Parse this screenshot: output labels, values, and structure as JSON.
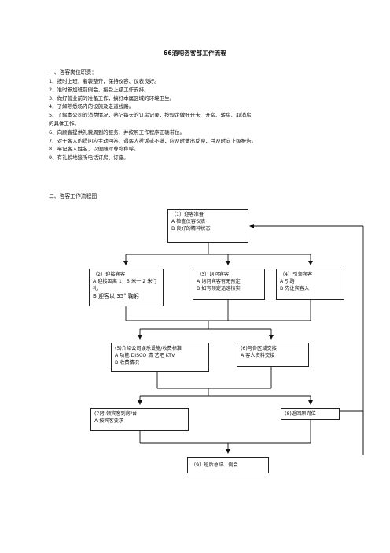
{
  "doc": {
    "title": "66酒吧咨客部工作流程",
    "section1": "一、咨客岗位职责：",
    "duties": [
      "1、按时上班，着装整齐，保持仪容、仪表良好。",
      "2、准时参加班前例会，接受上级工作安排。",
      "3、做好营业前的准备工作，搞好本属区域的环境卫生。",
      "4、了解熟悉场内的设施及走道线路。",
      "5、了解本公司的消费情况，熟记每天的订房记录，按规定做好开卡、开房、转房、取消房",
      "的具体工作。",
      "6、向顾客提供礼貌周到的服务，并按照工作程序正确带位。",
      "7、对于客人的提问应主动回答，遇客人投诉或不满，应及时做出反映，并及时向上级报告。",
      "8、牢记客人姓名，以便随时尊称称呼。",
      "9、有礼貌地接听电话订房、订座。"
    ],
    "section2": "二、咨客工作流程图"
  },
  "flow": {
    "box1": {
      "title": "（1）迎客准备",
      "lines": [
        "A 检查仪容仪表",
        "B 良好的精神状态"
      ]
    },
    "box2": {
      "title": "（2）迎接宾客",
      "lines": [
        "A 迎接距离 1，5 米一 2 米行",
        "礼",
        "B 迎客以 35° 鞠躬"
      ]
    },
    "box3": {
      "title": "（3）询问宾客",
      "lines": [
        "A 询问宾客有无预定",
        "B 如有预定迅速核实"
      ]
    },
    "box4": {
      "title": "（4）引领宾客",
      "lines": [
        "A 引路",
        "B 先让宾客入"
      ]
    },
    "box5": {
      "title": "(5)介绍公司娱乐设施/收费标准",
      "lines": [
        "A 功能 DISCO 清 艺吧 KTV",
        "B 收费情况"
      ]
    },
    "box6": {
      "title": "(6)与各区域交接",
      "lines": [
        "A 客人资料交接"
      ]
    },
    "box7": {
      "title": "(7)引领宾客到房/台",
      "lines": [
        "A 按宾客要求"
      ]
    },
    "box8": {
      "title": "(8)返回原岗位",
      "lines": []
    },
    "box9": {
      "title": "（9）班后总结、例会",
      "lines": []
    }
  }
}
